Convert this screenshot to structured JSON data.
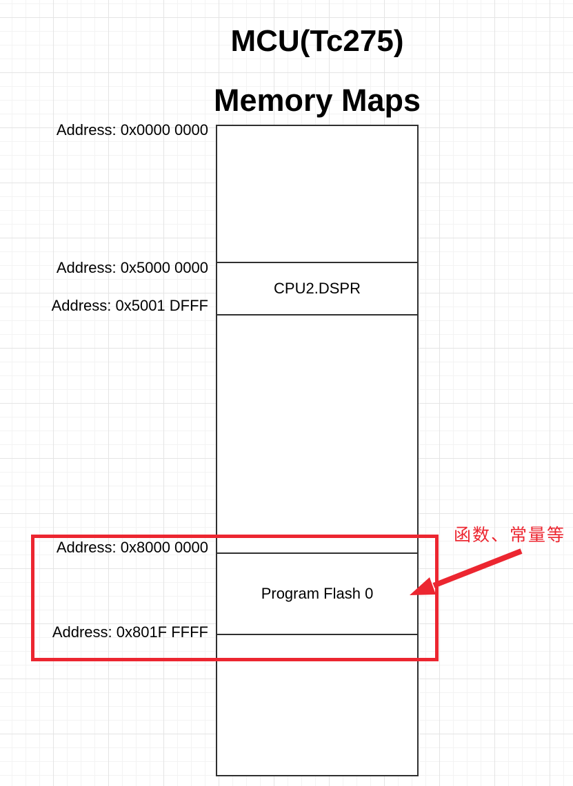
{
  "diagram": {
    "title": "MCU(Tc275)",
    "subtitle": "Memory Maps",
    "address_labels": [
      {
        "text": "Address: 0x0000 0000"
      },
      {
        "text": "Address: 0x5000 0000"
      },
      {
        "text": "Address: 0x5001 DFFF"
      },
      {
        "text": "Address: 0x8000 0000"
      },
      {
        "text": "Address: 0x801F FFFF"
      }
    ],
    "blocks": [
      {
        "label": "CPU2.DSPR"
      },
      {
        "label": "Program Flash 0"
      }
    ],
    "annotation": {
      "text": "函数、常量等"
    },
    "colors": {
      "highlight_red": "#ec2630",
      "stroke": "#2f2f2f"
    }
  }
}
